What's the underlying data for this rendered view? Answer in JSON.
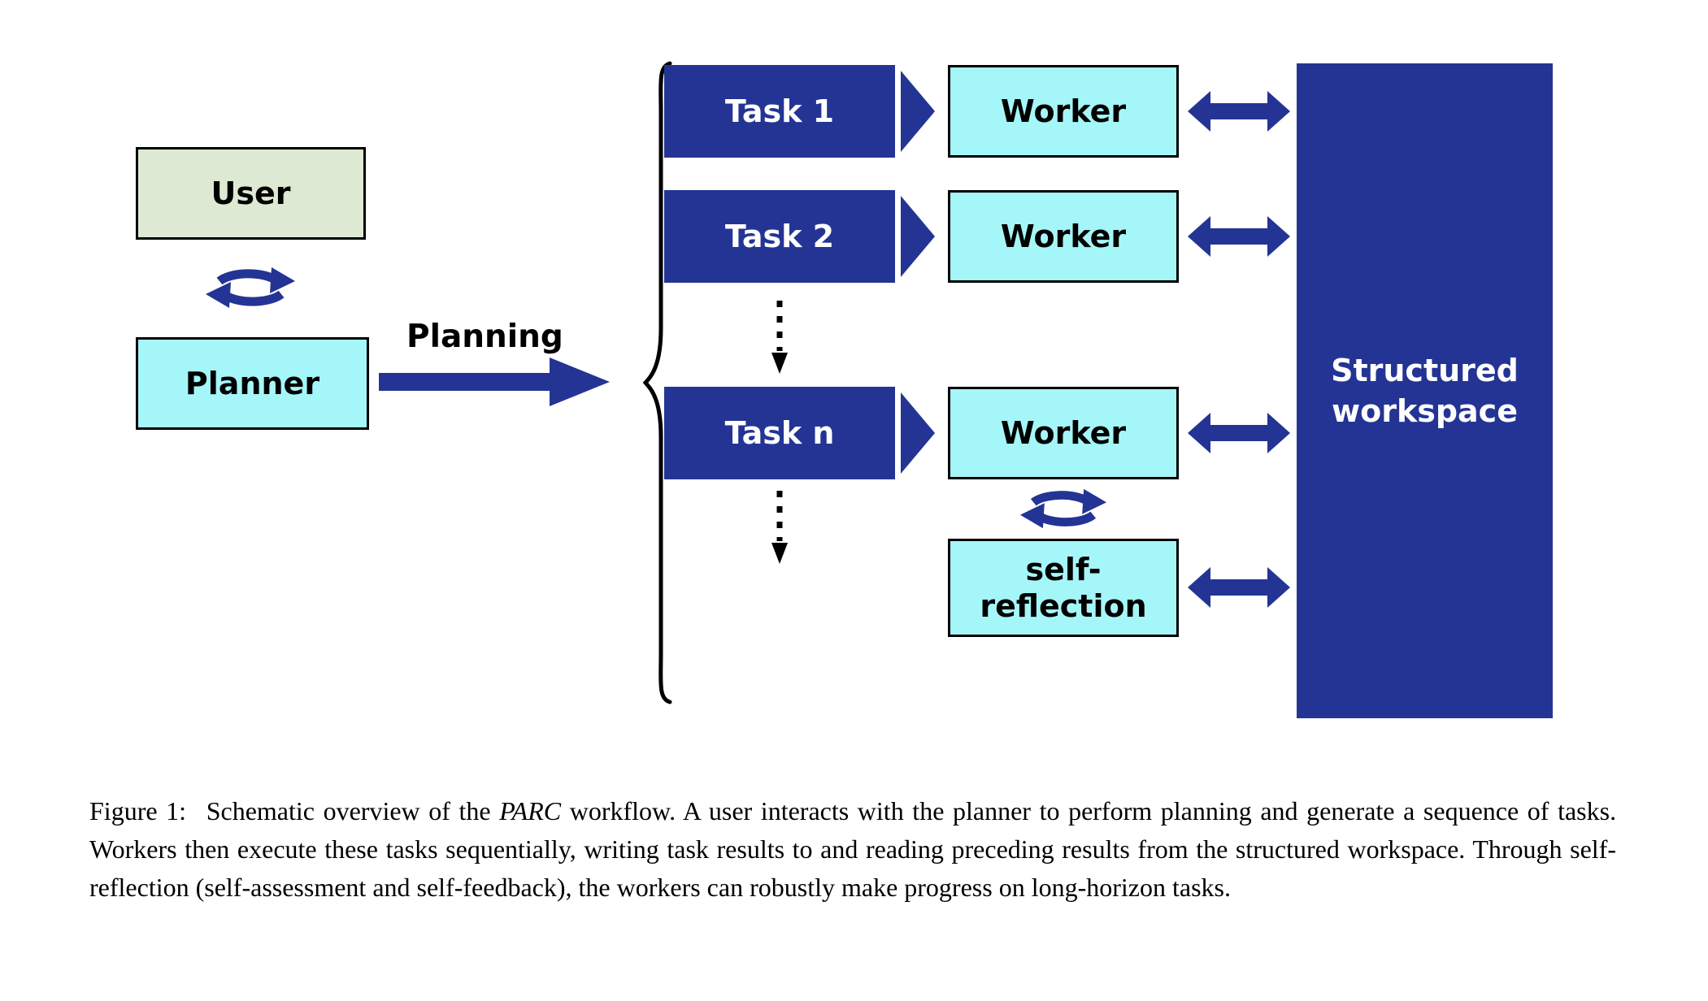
{
  "figure": {
    "user": {
      "label": "User"
    },
    "planner": {
      "label": "Planner"
    },
    "planning": {
      "label": "Planning"
    },
    "tasks": [
      {
        "label": "Task 1"
      },
      {
        "label": "Task 2"
      },
      {
        "label": "Task n"
      }
    ],
    "workers": [
      {
        "label": "Worker"
      },
      {
        "label": "Worker"
      },
      {
        "label": "Worker"
      }
    ],
    "self_reflection": {
      "line1": "self-",
      "line2": "reflection"
    },
    "workspace": {
      "label": "Structured workspace"
    },
    "colors": {
      "dark_blue": "#243494",
      "cyan": "#a5f6f8",
      "green": "#dde9d2",
      "black": "#000000"
    }
  },
  "caption": {
    "label": "Figure 1:",
    "part1": "Schematic overview of the",
    "italic": "PARC",
    "part2": "workflow. A user interacts with the planner to perform planning and generate a sequence of tasks. Workers then execute these tasks sequentially, writing task results to and reading preceding results from the structured workspace. Through self-reflection (self-assessment and self-feedback), the workers can robustly make progress on long-horizon tasks."
  }
}
